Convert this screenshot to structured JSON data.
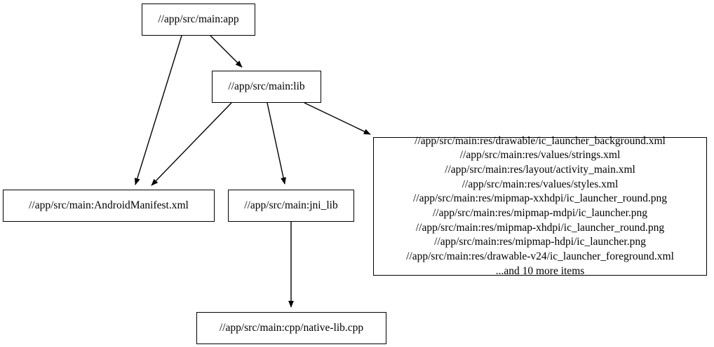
{
  "graph": {
    "type": "directed-dependency-graph",
    "background": "#ffffff",
    "edge_color": "#000000",
    "node_border_color": "#000000",
    "node_fill_color": "#ffffff",
    "nodes": [
      {
        "id": "app",
        "label": "//app/src/main:app"
      },
      {
        "id": "lib",
        "label": "//app/src/main:lib"
      },
      {
        "id": "manifest",
        "label": "//app/src/main:AndroidManifest.xml"
      },
      {
        "id": "jni_lib",
        "label": "//app/src/main:jni_lib"
      },
      {
        "id": "cpp",
        "label": "//app/src/main:cpp/native-lib.cpp"
      },
      {
        "id": "res_list",
        "lines": [
          "//app/src/main:res/drawable/ic_launcher_background.xml",
          "//app/src/main:res/values/strings.xml",
          "//app/src/main:res/layout/activity_main.xml",
          "//app/src/main:res/values/styles.xml",
          "//app/src/main:res/mipmap-xxhdpi/ic_launcher_round.png",
          "//app/src/main:res/mipmap-mdpi/ic_launcher.png",
          "//app/src/main:res/mipmap-xhdpi/ic_launcher_round.png",
          "//app/src/main:res/mipmap-hdpi/ic_launcher.png",
          "//app/src/main:res/drawable-v24/ic_launcher_foreground.xml",
          "...and 10 more items"
        ],
        "label": "//app/src/main:res/drawable/ic_launcher_background.xml\n//app/src/main:res/values/strings.xml\n//app/src/main:res/layout/activity_main.xml\n//app/src/main:res/values/styles.xml\n//app/src/main:res/mipmap-xxhdpi/ic_launcher_round.png\n//app/src/main:res/mipmap-mdpi/ic_launcher.png\n//app/src/main:res/mipmap-xhdpi/ic_launcher_round.png\n//app/src/main:res/mipmap-hdpi/ic_launcher.png\n//app/src/main:res/drawable-v24/ic_launcher_foreground.xml\n...and 10 more items"
      }
    ],
    "edges": [
      {
        "from": "app",
        "to": "lib"
      },
      {
        "from": "app",
        "to": "manifest"
      },
      {
        "from": "lib",
        "to": "manifest"
      },
      {
        "from": "lib",
        "to": "jni_lib"
      },
      {
        "from": "lib",
        "to": "res_list"
      },
      {
        "from": "jni_lib",
        "to": "cpp"
      }
    ]
  }
}
